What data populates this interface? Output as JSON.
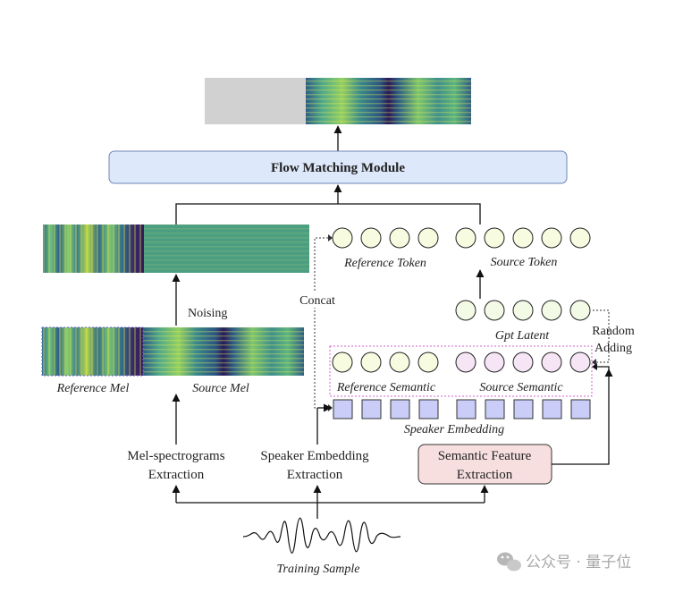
{
  "diagram": {
    "flow_module": "Flow Matching Module",
    "noising": "Noising",
    "concat": "Concat",
    "random_adding": [
      "Random",
      "Adding"
    ],
    "reference_mel": "Reference Mel",
    "source_mel": "Source Mel",
    "reference_token": "Reference Token",
    "source_token": "Source Token",
    "gpt_latent": "Gpt Latent",
    "reference_semantic": "Reference Semantic",
    "source_semantic": "Source Semantic",
    "speaker_embedding": "Speaker Embedding",
    "mel_extraction": [
      "Mel-spectrograms",
      "Extraction"
    ],
    "speaker_extraction": [
      "Speaker Embedding",
      "Extraction"
    ],
    "semantic_extraction": [
      "Semantic Feature",
      "Extraction"
    ],
    "training_sample": "Training Sample"
  },
  "watermark": {
    "text": "公众号 · 量子位",
    "icon": "wechat-icon"
  },
  "colors": {
    "flow_box_fill": "#dde8fa",
    "flow_box_stroke": "#6f86b8",
    "semantic_extraction_fill": "#f7dfe0",
    "token_circle_fill": "#f7fbe0",
    "source_semantic_circle_fill": "#f6e5f5",
    "speaker_square_fill": "#c9cdf7",
    "dotted_border": "#d35fd3",
    "spectrogram_dark": "#3a1d5c",
    "spectrogram_green": "#4aa889",
    "spectrogram_yellow": "#c4d93a",
    "masked_gray": "#d1d1d1"
  }
}
